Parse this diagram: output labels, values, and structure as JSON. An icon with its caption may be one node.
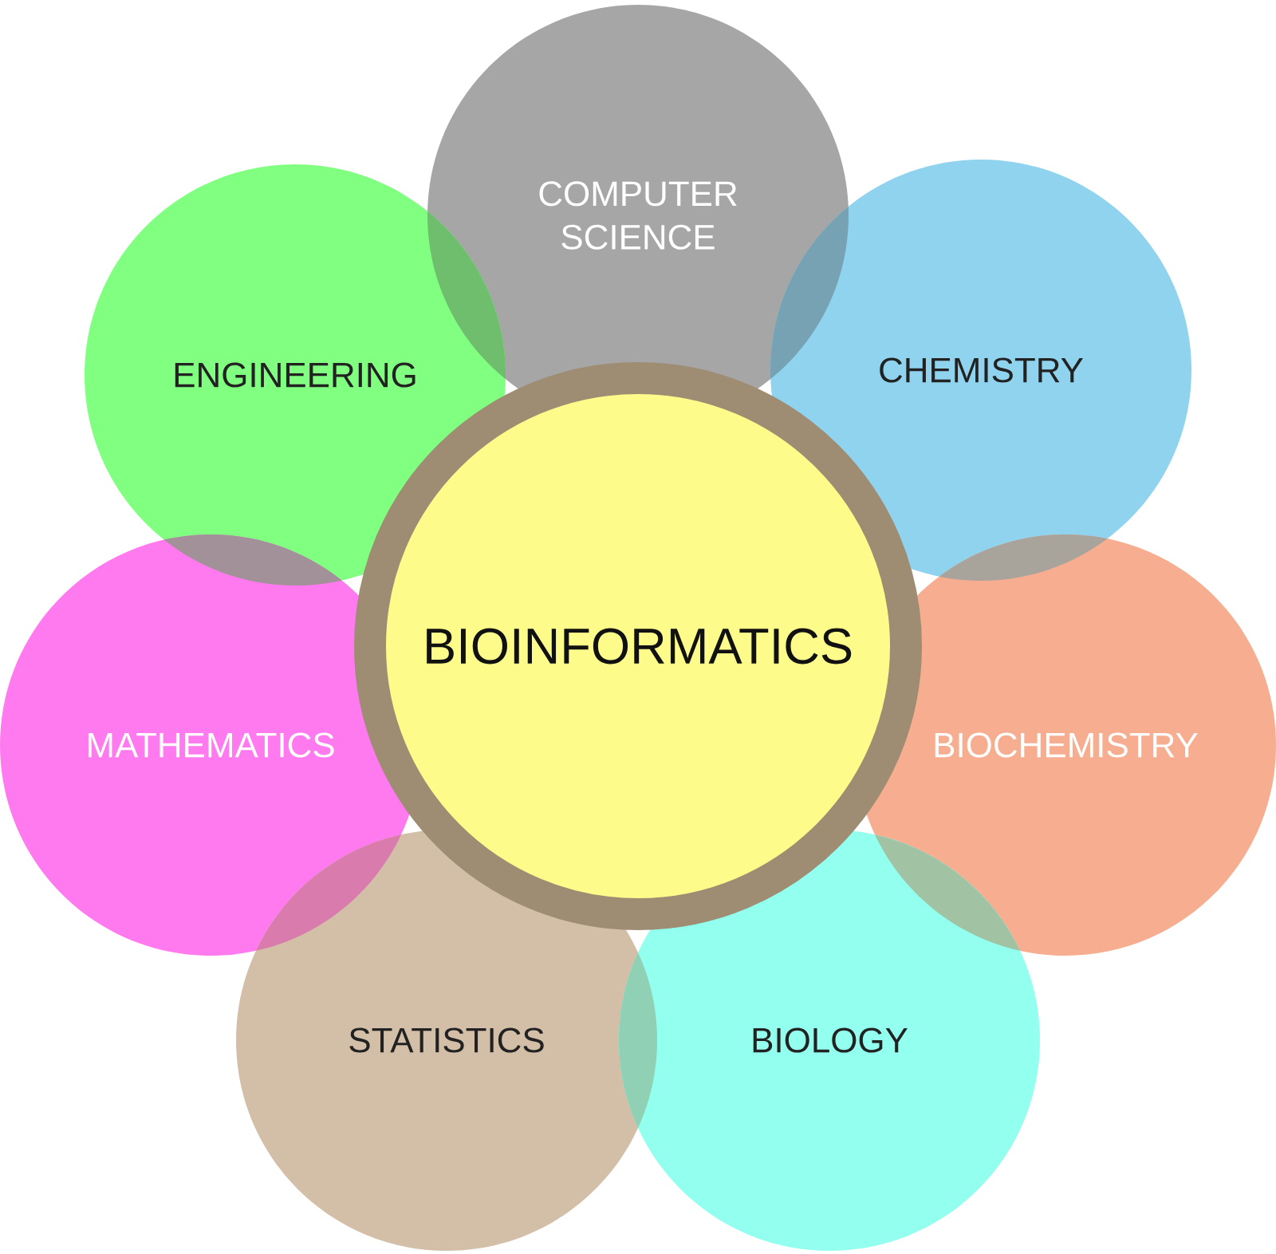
{
  "diagram": {
    "nodes": [
      {
        "text": [
          "COMPUTER SCIENCE"
        ]
      },
      {
        "text": [
          "ENGINEERING"
        ]
      },
      {
        "text": [
          "CHEMISTRY"
        ]
      },
      {
        "text": [
          "MATHEMATICS"
        ]
      },
      {
        "text": [
          "BIOCHEMISTRY"
        ]
      },
      {
        "text": [
          "STATISTICS"
        ]
      },
      {
        "text": [
          "BIOLOGY"
        ]
      },
      {
        "text": [
          "BIOINFORMATICS"
        ]
      }
    ]
  }
}
